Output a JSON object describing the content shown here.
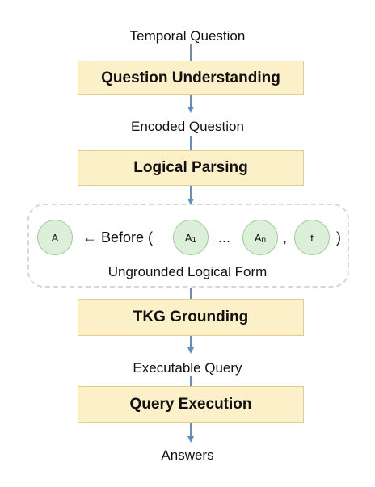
{
  "labels": {
    "input": "Temporal Question",
    "encoded": "Encoded Question",
    "executable": "Executable Query",
    "output": "Answers"
  },
  "stages": {
    "understanding": "Question Understanding",
    "parsing": "Logical Parsing",
    "grounding": "TKG Grounding",
    "execution": "Query Execution"
  },
  "logical_form": {
    "caption": "Ungrounded Logical Form",
    "head": "A",
    "arrow_op": "← Before (",
    "arg1_base": "A",
    "arg1_sub": "1",
    "ellipsis": "...",
    "argn_base": "A",
    "argn_sub": "n",
    "comma": ",",
    "time_arg": "t",
    "close_paren": ")"
  },
  "colors": {
    "stage_fill": "#fcf0c8",
    "stage_border": "#e2cc8e",
    "arrow": "#5b8fc8",
    "circle_fill": "#dcefd9",
    "circle_border": "#9ccc94",
    "dashed_border": "#d8d8cf"
  }
}
